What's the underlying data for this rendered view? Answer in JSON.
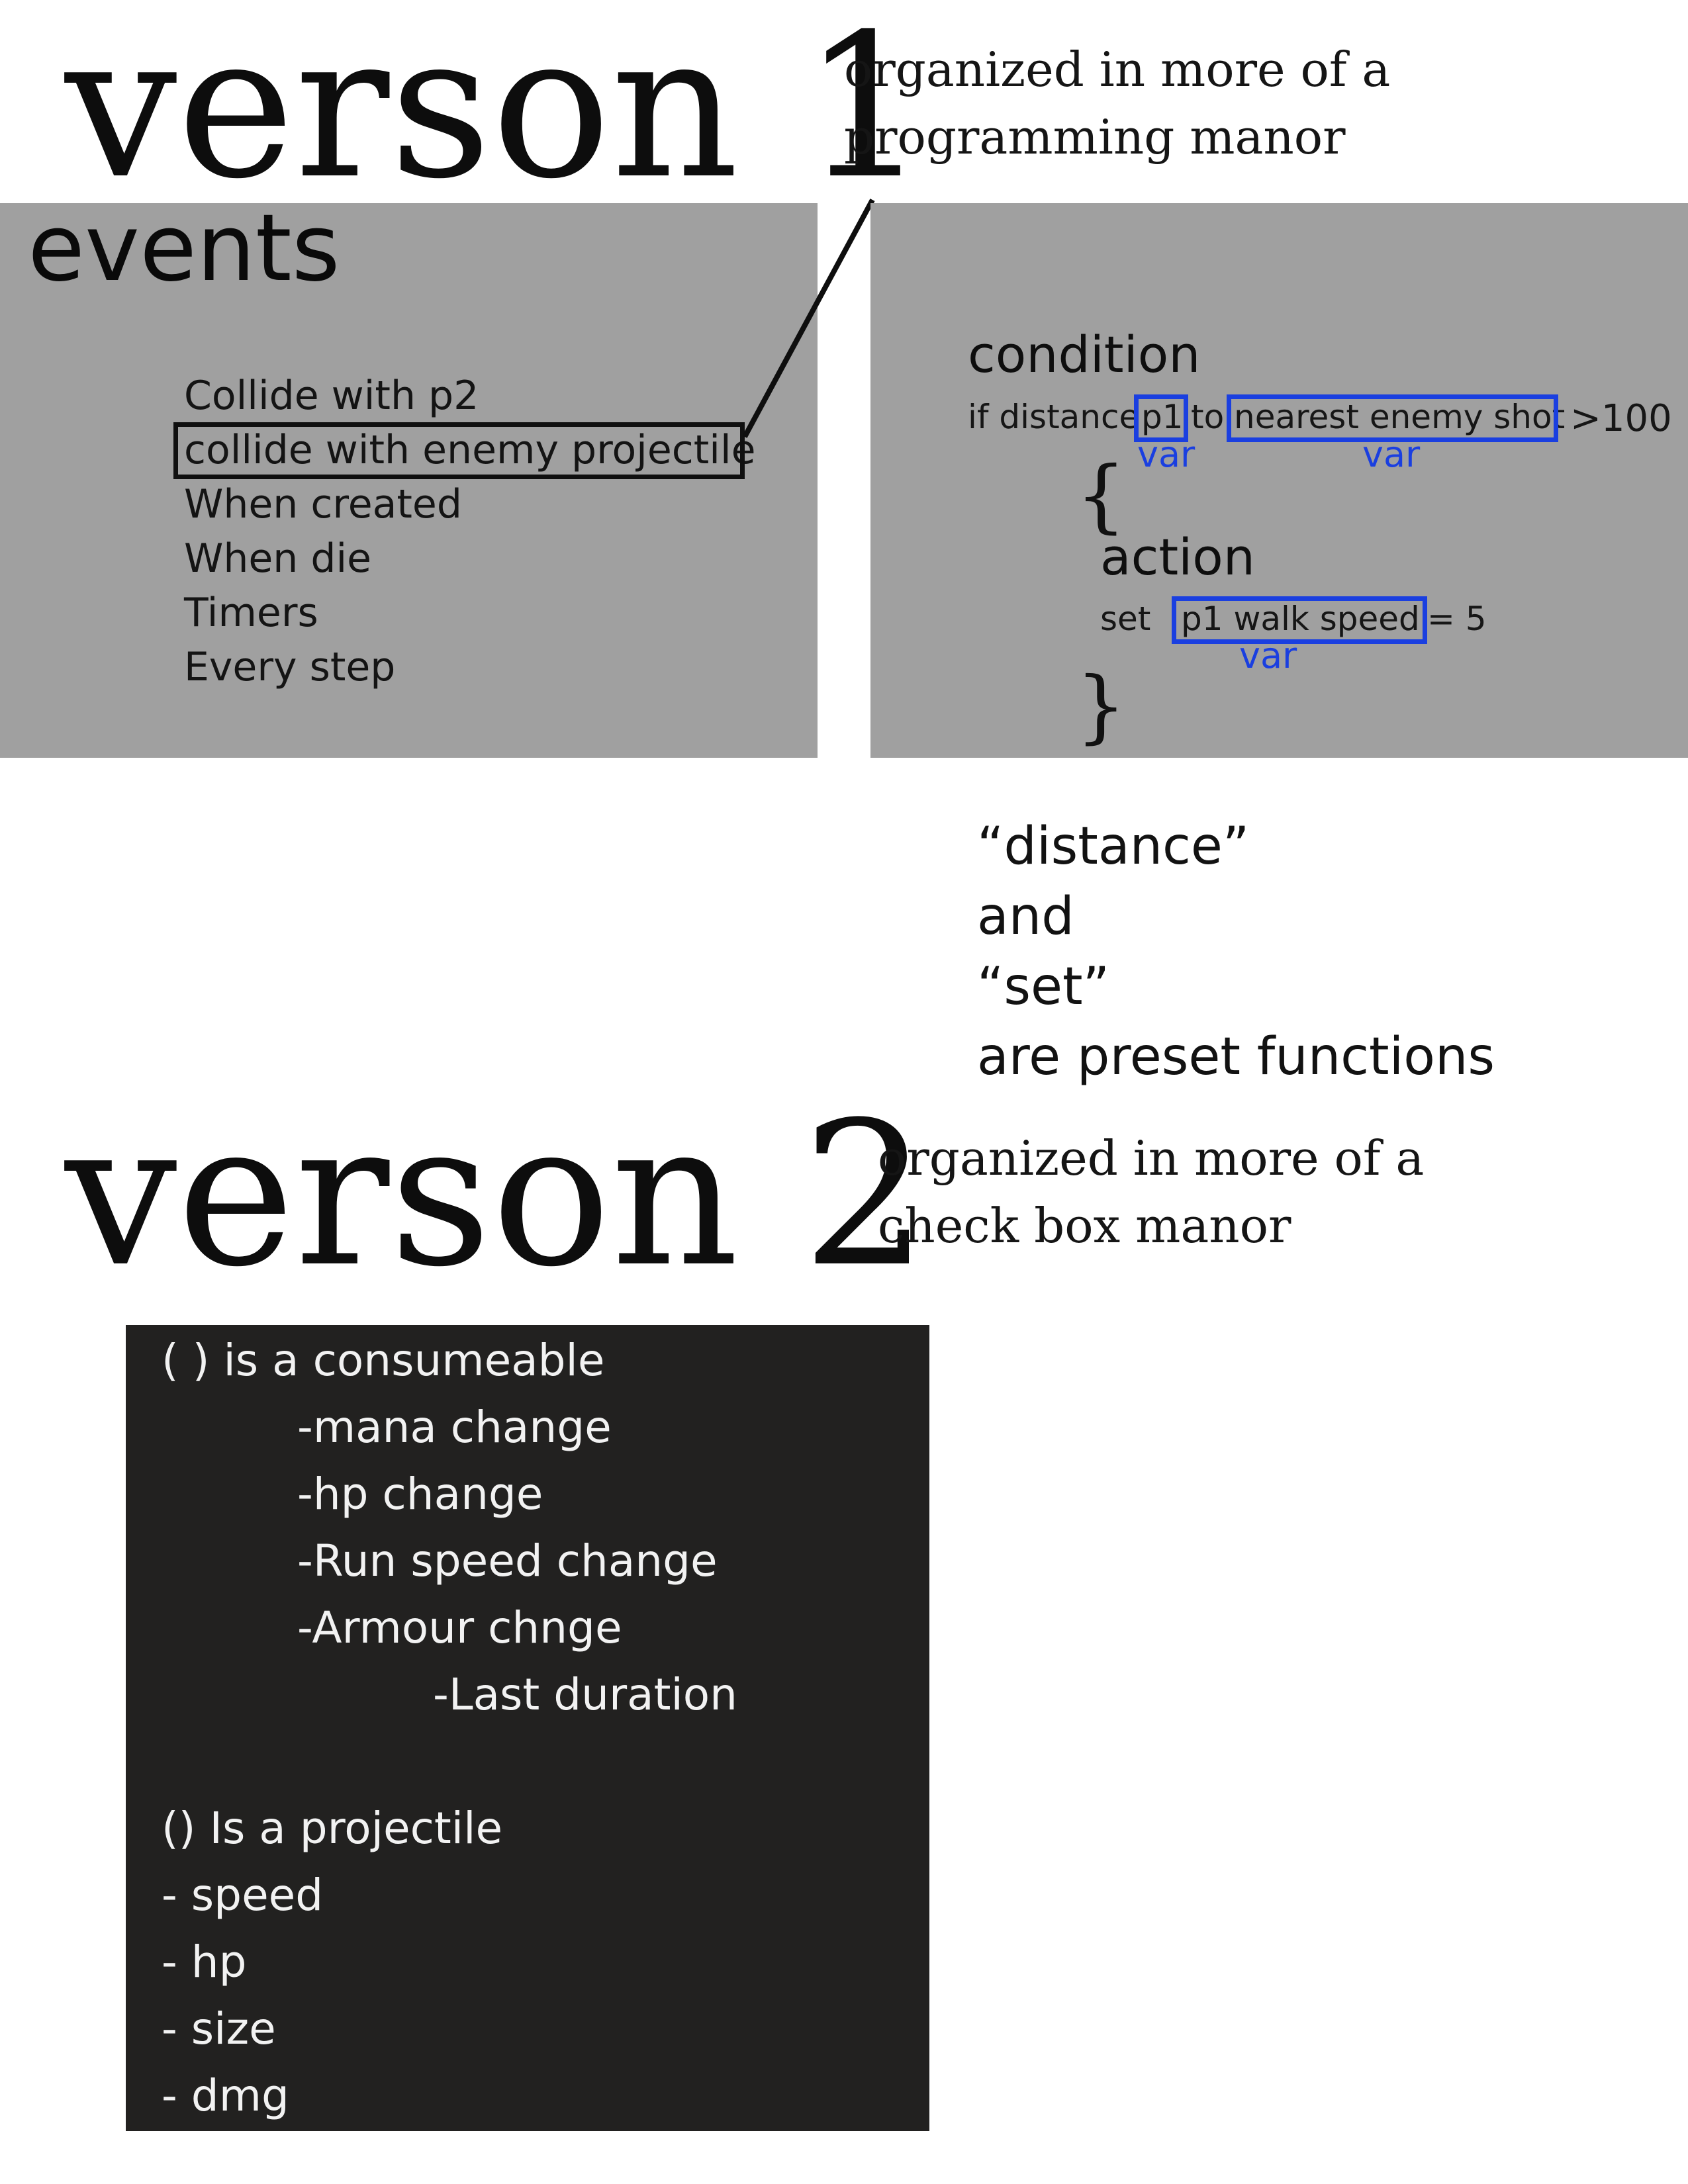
{
  "version1": {
    "title": "verson 1",
    "note_line1": "organized in more of a",
    "note_line2": "programming manor"
  },
  "events_panel": {
    "title": "events",
    "items": [
      "Collide with p2",
      "collide with enemy projectile",
      "When created",
      "When die",
      "Timers",
      "Every step"
    ],
    "highlighted_item": "collide with enemy projectile"
  },
  "code_panel": {
    "condition_label": "condition",
    "if_prefix": "if distance",
    "var1": "p1",
    "to_word": "to",
    "var2": "nearest enemy shot",
    "comparison": ">100",
    "open_brace": "{",
    "action_label": "action",
    "set_word": "set",
    "var3": "p1 walk speed",
    "assign": "= 5",
    "close_brace": "}",
    "var_label": "var"
  },
  "preset_note": {
    "line1": "“distance”",
    "line2": "and",
    "line3": "“set”",
    "line4": "are preset functions"
  },
  "version2": {
    "title": "verson 2",
    "note_line1": "organized in more of a",
    "note_line2": "check box manor"
  },
  "checkbox_panel": {
    "consumable_header": "( ) is a consumeable",
    "consumable_items": [
      "-mana change",
      "-hp change",
      "-Run speed change",
      "-Armour chnge"
    ],
    "consumable_subitem": "-Last duration",
    "projectile_header": "() Is a projectile",
    "projectile_items": [
      "- speed",
      "- hp",
      "- size",
      "- dmg"
    ]
  },
  "colors": {
    "panel_gray": "#a0a0a0",
    "var_blue": "#1a3fe0",
    "dark_panel": "#222120"
  }
}
